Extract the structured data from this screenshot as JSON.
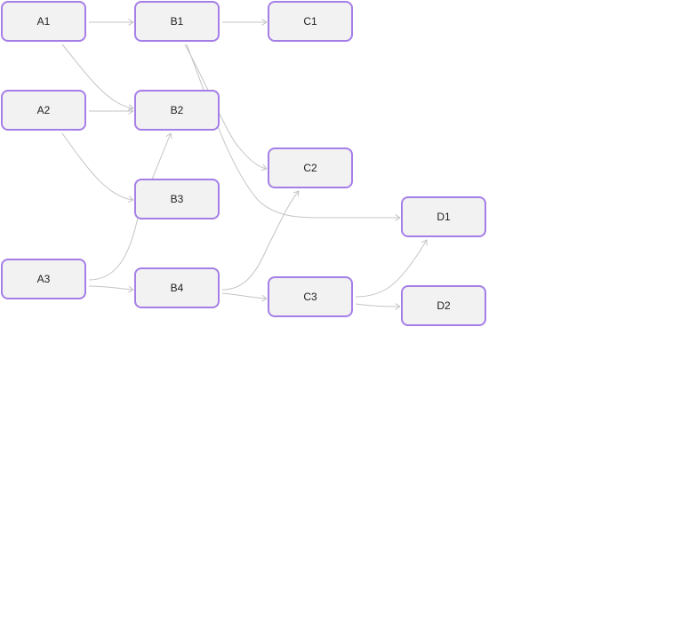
{
  "diagram": {
    "nodes": [
      {
        "id": "A1",
        "label": "A1"
      },
      {
        "id": "A2",
        "label": "A2"
      },
      {
        "id": "A3",
        "label": "A3"
      },
      {
        "id": "B1",
        "label": "B1"
      },
      {
        "id": "B2",
        "label": "B2"
      },
      {
        "id": "B3",
        "label": "B3"
      },
      {
        "id": "B4",
        "label": "B4"
      },
      {
        "id": "C1",
        "label": "C1"
      },
      {
        "id": "C2",
        "label": "C2"
      },
      {
        "id": "C3",
        "label": "C3"
      },
      {
        "id": "D1",
        "label": "D1"
      },
      {
        "id": "D2",
        "label": "D2"
      }
    ],
    "edges": [
      {
        "from": "A1",
        "to": "B1"
      },
      {
        "from": "A1",
        "to": "B2"
      },
      {
        "from": "A2",
        "to": "B2"
      },
      {
        "from": "A2",
        "to": "B3"
      },
      {
        "from": "A3",
        "to": "B2"
      },
      {
        "from": "A3",
        "to": "B4"
      },
      {
        "from": "B1",
        "to": "C1"
      },
      {
        "from": "B1",
        "to": "C2"
      },
      {
        "from": "B1",
        "to": "D1"
      },
      {
        "from": "B4",
        "to": "C2"
      },
      {
        "from": "B4",
        "to": "C3"
      },
      {
        "from": "C3",
        "to": "D1"
      },
      {
        "from": "C3",
        "to": "D2"
      }
    ],
    "colors": {
      "node_border": "#a57ee8",
      "node_fill": "#f2f2f3",
      "edge": "#c4c4c4",
      "text": "#1f1f1f"
    }
  }
}
